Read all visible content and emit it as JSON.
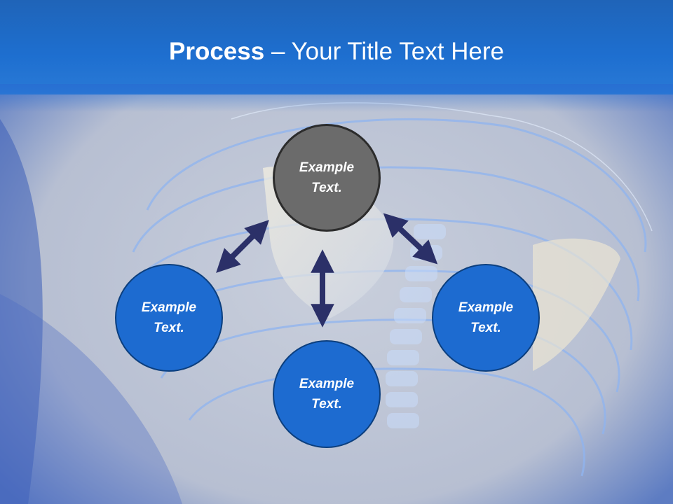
{
  "slide": {
    "title_bold": "Process",
    "title_rest": " – Your Title Text Here"
  },
  "nodes": {
    "top": "Example Text.",
    "left": "Example Text.",
    "right": "Example Text.",
    "bottom": "Example Text."
  },
  "colors": {
    "header": "#1e6fd0",
    "node_blue": "#1d6bd0",
    "node_gray": "#6b6b6b",
    "arrow": "#2b3068"
  }
}
